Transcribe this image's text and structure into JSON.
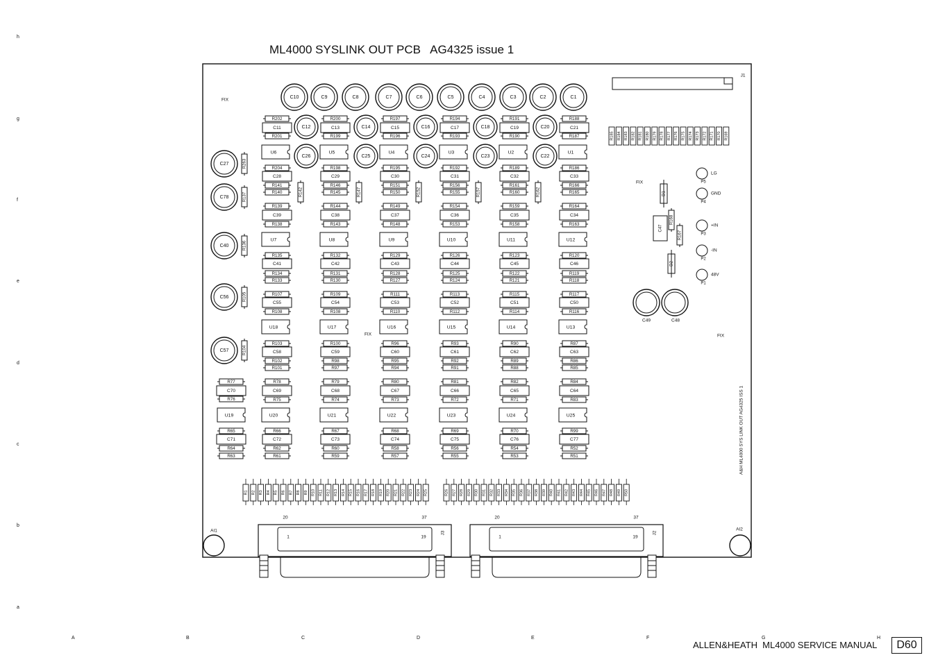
{
  "title": "ML4000 SYSLINK OUT PCB   AG4325 issue 1",
  "footer": {
    "manual": "ALLEN&HEATH  ML4000 SERVICE MANUAL",
    "page": "D60"
  },
  "margin_rows": [
    "h",
    "g",
    "f",
    "e",
    "d",
    "c",
    "b",
    "a"
  ],
  "margin_cols": [
    "A",
    "B",
    "C",
    "D",
    "E",
    "F",
    "G",
    "H"
  ],
  "board": {
    "side_text": "A&H ML4000 SYS LINK OUT AG4325 ISS 1",
    "fix_labels": [
      "FIX",
      "FIX",
      "FIX",
      "FIX"
    ],
    "mounting_holes": [
      "AI1",
      "AI2"
    ],
    "header": "J1",
    "top_caps": [
      "C10",
      "C9",
      "C8",
      "C7",
      "C6",
      "C5",
      "C4",
      "C3",
      "C2",
      "C1"
    ],
    "second_caps": [
      "C12",
      "C14",
      "C16",
      "C18",
      "C20"
    ],
    "third_caps": [
      "C26",
      "C25",
      "C24",
      "C23",
      "C22"
    ],
    "side_caps": [
      "C27",
      "C78",
      "C40",
      "C56",
      "C57"
    ],
    "side_res": [
      "R263",
      "R137",
      "R136",
      "R105",
      "R104"
    ],
    "columns": [
      {
        "rg": [
          "R202",
          "C11",
          "R201"
        ],
        "u1": "U6",
        "rg2": [
          "R204",
          "C28",
          "R141",
          "R140"
        ],
        "rg3": [
          "R139",
          "C39",
          "R138"
        ],
        "u2": "U7",
        "rg4": [
          "R135",
          "C41",
          "R134",
          "R133"
        ],
        "rg5": [
          "R107",
          "C55",
          "R108"
        ],
        "u3": "U18",
        "rg6": [
          "R103",
          "C58",
          "R102",
          "R101"
        ],
        "rg7": [
          "R78",
          "C69",
          "R75"
        ],
        "u4": "U20",
        "rg8": [
          "R66",
          "C72",
          "R62",
          "R61"
        ],
        "vres": "R142"
      },
      {
        "rg": [
          "R200",
          "C13",
          "R199"
        ],
        "u1": "U5",
        "rg2": [
          "R198",
          "C29",
          "R146",
          "R145"
        ],
        "rg3": [
          "R144",
          "C38",
          "R143"
        ],
        "u2": "U8",
        "rg4": [
          "R132",
          "C42",
          "R131",
          "R130"
        ],
        "rg5": [
          "R109",
          "C54",
          "R108"
        ],
        "u3": "U17",
        "rg6": [
          "R100",
          "C59",
          "R98",
          "R97"
        ],
        "rg7": [
          "R79",
          "C68",
          "R74"
        ],
        "u4": "U21",
        "rg8": [
          "R67",
          "C73",
          "R60",
          "R59"
        ],
        "vres": "R147"
      },
      {
        "rg": [
          "R197",
          "C15",
          "R196"
        ],
        "u1": "U4",
        "rg2": [
          "R195",
          "C30",
          "R151",
          "R150"
        ],
        "rg3": [
          "R149",
          "C37",
          "R148"
        ],
        "u2": "U9",
        "rg4": [
          "R129",
          "C43",
          "R128",
          "R127"
        ],
        "rg5": [
          "R111",
          "C53",
          "R110"
        ],
        "u3": "U16",
        "rg6": [
          "R96",
          "C60",
          "R95",
          "R94"
        ],
        "rg7": [
          "R80",
          "C67",
          "R73"
        ],
        "u4": "U22",
        "rg8": [
          "R68",
          "C74",
          "R58",
          "R57"
        ],
        "vres": "R152"
      },
      {
        "rg": [
          "R194",
          "C17",
          "R193"
        ],
        "u1": "U3",
        "rg2": [
          "R192",
          "C31",
          "R156",
          "R155"
        ],
        "rg3": [
          "R154",
          "C36",
          "R153"
        ],
        "u2": "U10",
        "rg4": [
          "R126",
          "C44",
          "R125",
          "R124"
        ],
        "rg5": [
          "R113",
          "C52",
          "R112"
        ],
        "u3": "U15",
        "rg6": [
          "R93",
          "C61",
          "R92",
          "R91"
        ],
        "rg7": [
          "R81",
          "C66",
          "R72"
        ],
        "u4": "U23",
        "rg8": [
          "R69",
          "C75",
          "R56",
          "R55"
        ],
        "vres": "R157"
      },
      {
        "rg": [
          "R191",
          "C19",
          "R190"
        ],
        "u1": "U2",
        "rg2": [
          "R189",
          "C32",
          "R161",
          "R160"
        ],
        "rg3": [
          "R159",
          "C35",
          "R158"
        ],
        "u2": "U11",
        "rg4": [
          "R123",
          "C45",
          "R122",
          "R121"
        ],
        "rg5": [
          "R115",
          "C51",
          "R114"
        ],
        "u3": "U14",
        "rg6": [
          "R90",
          "C62",
          "R89",
          "R88"
        ],
        "rg7": [
          "R82",
          "C65",
          "R71"
        ],
        "u4": "U24",
        "rg8": [
          "R70",
          "C76",
          "R54",
          "R53"
        ],
        "vres": "R162"
      },
      {
        "rg": [
          "R188",
          "C21",
          "R187"
        ],
        "u1": "U1",
        "rg2": [
          "R186",
          "C33",
          "R166",
          "R165"
        ],
        "rg3": [
          "R164",
          "C34",
          "R163"
        ],
        "u2": "U12",
        "rg4": [
          "R120",
          "C46",
          "R119",
          "R118"
        ],
        "rg5": [
          "R117",
          "C50",
          "R116"
        ],
        "u3": "U13",
        "rg6": [
          "R87",
          "C63",
          "R86",
          "R85"
        ],
        "rg7": [
          "R84",
          "C64",
          "R83"
        ],
        "u4": "U25",
        "rg8": [
          "R99",
          "C77",
          "R52",
          "R51"
        ],
        "vres": ""
      }
    ],
    "extra_group_7": [
      "R77",
      "C70",
      "R76"
    ],
    "extra_u": "U19",
    "extra_group_8": [
      "R65",
      "C71",
      "R64",
      "R63"
    ],
    "top_res_row": [
      "R185",
      "R184",
      "R183",
      "R182",
      "R181",
      "R180",
      "R179",
      "R178",
      "R177",
      "R176",
      "R175",
      "R174",
      "R173",
      "R172",
      "R171",
      "R170",
      "R169"
    ],
    "bottom_res_row": [
      "R1",
      "R2",
      "R3",
      "R4",
      "R5",
      "R6",
      "R7",
      "R8",
      "R9",
      "R10",
      "R11",
      "R12",
      "R13",
      "R14",
      "R15",
      "R16",
      "R17",
      "R18",
      "R19",
      "R20",
      "R21",
      "R22",
      "R23",
      "R24",
      "R25",
      "R26",
      "R27",
      "R28",
      "R29",
      "R30",
      "R31",
      "R32",
      "R33",
      "R34",
      "R35",
      "R36",
      "R37",
      "R38",
      "R39",
      "R40",
      "R41",
      "R42",
      "R43",
      "R44",
      "R45",
      "R46",
      "R47",
      "R48",
      "R49",
      "R50"
    ],
    "pads": [
      {
        "pad": "P5",
        "label": "LG"
      },
      {
        "pad": "P4",
        "label": "GND"
      },
      {
        "pad": "P3",
        "label": "+IN"
      },
      {
        "pad": "P2",
        "label": "-IN"
      },
      {
        "pad": "P1",
        "label": "48V"
      }
    ],
    "right_parts": {
      "d1": "D1",
      "d2": "D2",
      "c47": "C47",
      "r168": "R168",
      "r167": "R167",
      "c49": "C49",
      "c48": "C48"
    },
    "connectors": [
      {
        "name": "J3",
        "pin_top_left": "20",
        "pin_top_right": "37",
        "pin_left": "1",
        "pin_right": "19"
      },
      {
        "name": "J2",
        "pin_top_left": "20",
        "pin_top_right": "37",
        "pin_left": "1",
        "pin_right": "19"
      }
    ]
  }
}
